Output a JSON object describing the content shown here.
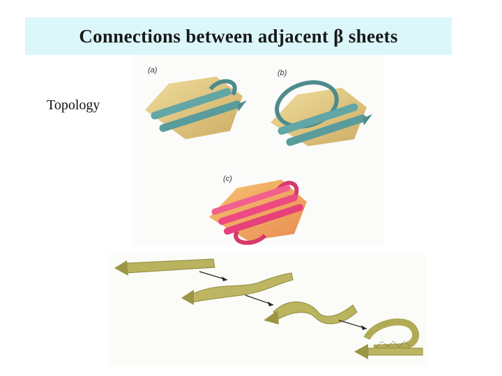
{
  "slide": {
    "title": "Connections between adjacent β sheets",
    "side_label": "Topology"
  },
  "figure_top": {
    "panels": [
      {
        "letter": "(a)"
      },
      {
        "letter": "(b)"
      },
      {
        "letter": "(c)"
      }
    ]
  },
  "colors": {
    "title_background": "#dcf7fa",
    "sheet_tan": "#e2c97a",
    "strand_teal": "#5fa3a3",
    "sheet_orange": "#f2a25a",
    "strand_pink": "#e83f78",
    "ribbon_olive": "#b8b05a"
  }
}
